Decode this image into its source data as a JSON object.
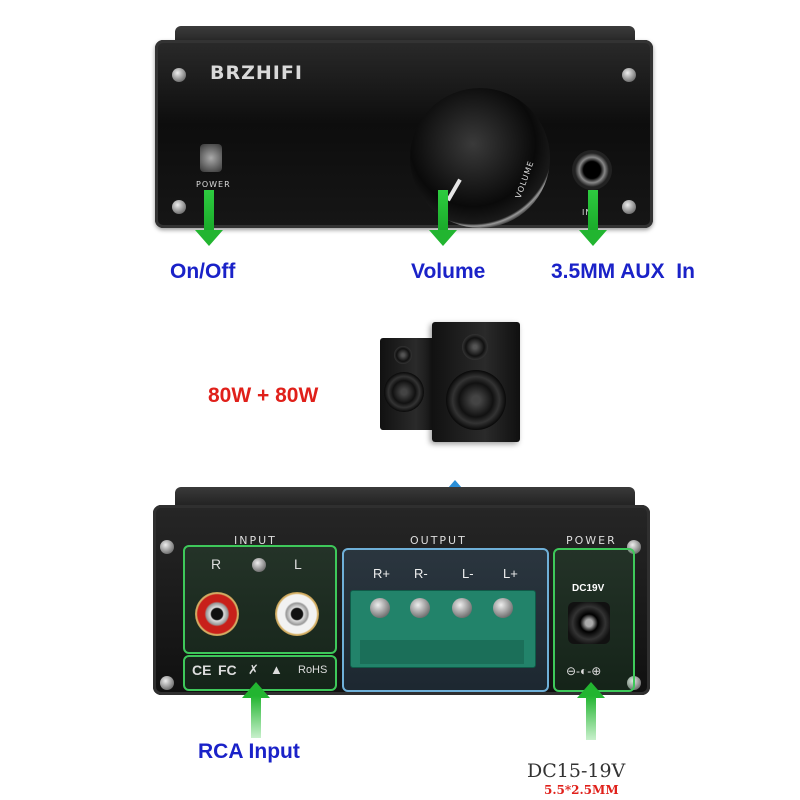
{
  "front_panel": {
    "brand": "BRZHIFI",
    "power_label": "POWER",
    "volume_label": "VOLUME",
    "in_label": "IN"
  },
  "callouts": {
    "on_off": "On/Off",
    "volume": "Volume",
    "aux_in": "3.5MM AUX  In",
    "power_rating": "80W + 80W",
    "rca_input": "RCA Input",
    "dc_voltage": "DC15-19V",
    "dc_plug": "5.5*2.5MM"
  },
  "back_panel": {
    "input_label": "INPUT",
    "output_label": "OUTPUT",
    "power_label": "POWER",
    "rca_r": "R",
    "rca_l": "L",
    "terminals": [
      "R+",
      "R-",
      "L-",
      "L+"
    ],
    "dc_label": "DC19V",
    "cert_marks": [
      "CE",
      "FC",
      "RoHS"
    ]
  },
  "colors": {
    "callout_blue": "#1a22c8",
    "callout_red": "#e0201a",
    "arrow_green": "#22b530",
    "arrow_blue": "#2a8fd8",
    "terminal_green": "#22836a"
  }
}
